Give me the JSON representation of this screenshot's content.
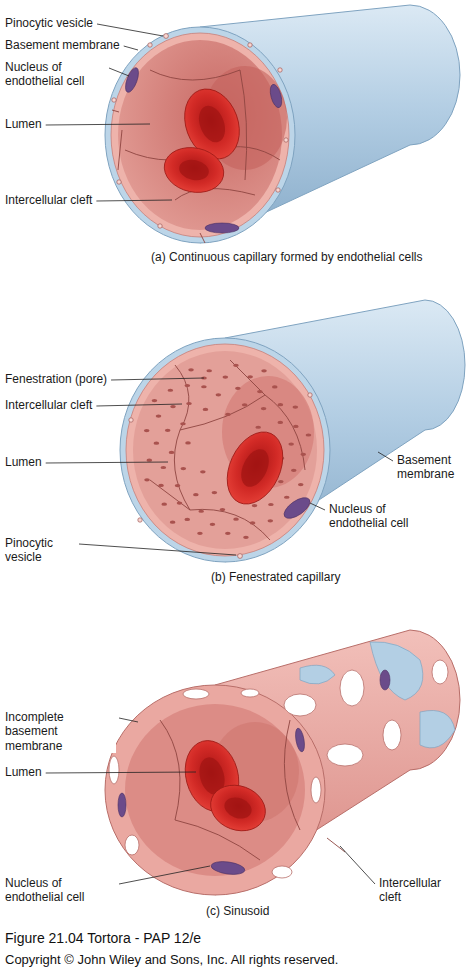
{
  "diagram": {
    "labels": [
      "Pinocytic vesicle",
      "Basement membrane",
      "Nucleus of endothelial cell",
      "Lumen",
      "Intercellular cleft",
      "(a) Continuous capillary formed by endothelial cells",
      "Fenestration (pore)",
      "Intercellular cleft",
      "Basement membrane",
      "Lumen",
      "Nucleus of endothelial cell",
      "Pinocytic vesicle",
      "(b) Fenestrated capillary",
      "Incomplete basement membrane",
      "Lumen",
      "Nucleus of endothelial cell",
      "Intercellular cleft",
      "(c) Sinusoid",
      "Figure 21.04 Tortora - PAP 12/e",
      "Copyright © John Wiley and Sons, Inc. All rights reserved."
    ]
  }
}
